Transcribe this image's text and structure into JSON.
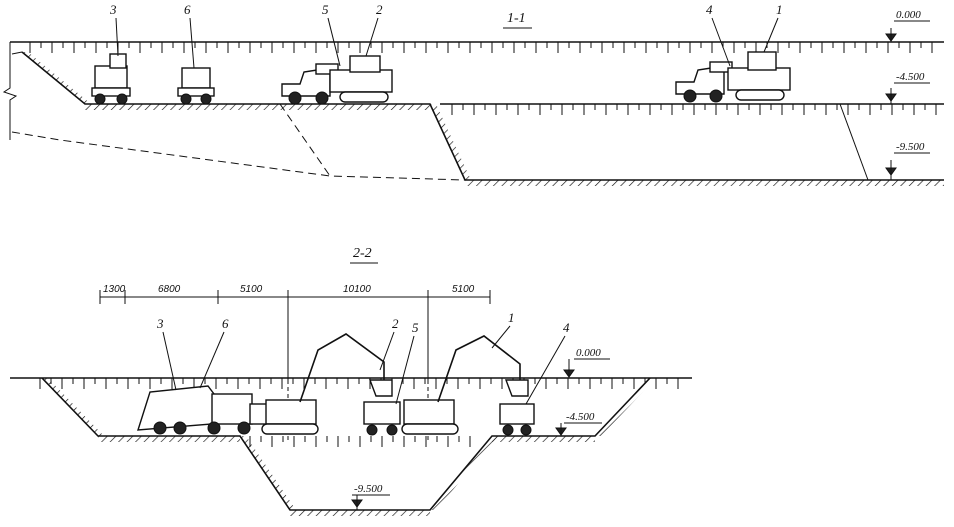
{
  "section_1": {
    "title": "1-1",
    "levels": [
      "0.000",
      "-4.500",
      "-9.500"
    ],
    "machine_labels": [
      "3",
      "6",
      "5",
      "2",
      "4",
      "1"
    ]
  },
  "section_2": {
    "title": "2-2",
    "levels": [
      "0.000",
      "-4.500",
      "-9.500"
    ],
    "machine_labels": [
      "3",
      "6",
      "2",
      "5",
      "1",
      "4"
    ],
    "dimensions": [
      "1300",
      "6800",
      "5100",
      "10100",
      "5100"
    ]
  }
}
